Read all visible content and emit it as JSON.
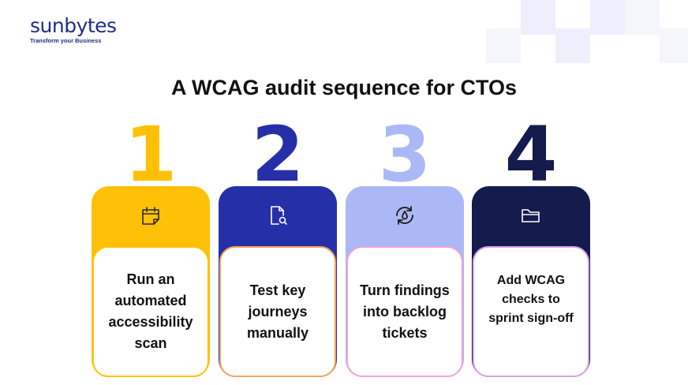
{
  "brand": {
    "name": "sunbytes",
    "tagline": "Transform your Business",
    "color": "#1f2d8a"
  },
  "title": "A WCAG audit sequence for CTOs",
  "steps": [
    {
      "number": "1",
      "icon": "calendar-icon",
      "label": "Run an automated accessibility scan",
      "number_color": "#ffc107",
      "tab_color": "#ffc107",
      "border_color": "#ffc107"
    },
    {
      "number": "2",
      "icon": "document-search-icon",
      "label": "Test key journeys manually",
      "number_color": "#2530a8",
      "tab_color": "#2530a8",
      "border_color": "#f5a35c"
    },
    {
      "number": "3",
      "icon": "refresh-droplet-icon",
      "label": "Turn findings into backlog tickets",
      "number_color": "#aab8f5",
      "tab_color": "#aab8f5",
      "border_color": "#f0a0d8"
    },
    {
      "number": "4",
      "icon": "folder-icon",
      "label": "Add WCAG checks to sprint sign-off",
      "number_color": "#141b4d",
      "tab_color": "#141b4d",
      "border_color": "#d9a0e8"
    }
  ]
}
